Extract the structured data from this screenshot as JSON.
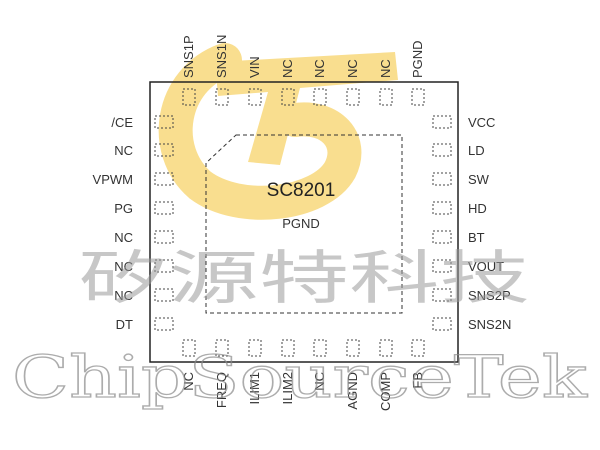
{
  "chip": {
    "part_number": "SC8201",
    "center_label": "PGND"
  },
  "pins": {
    "top": [
      "SNS1P",
      "SNS1N",
      "VIN",
      "NC",
      "NC",
      "NC",
      "NC",
      "PGND"
    ],
    "bottom": [
      "NC",
      "FREQ",
      "ILIM1",
      "ILIM2",
      "NC",
      "AGND",
      "COMP",
      "FB"
    ],
    "left": [
      "/CE",
      "NC",
      "VPWM",
      "PG",
      "NC",
      "NC",
      "NC",
      "DT"
    ],
    "right": [
      "VCC",
      "LD",
      "SW",
      "HD",
      "BT",
      "VOUT",
      "SNS2P",
      "SNS2N"
    ]
  },
  "watermark": {
    "chinese": "矽源特科技",
    "english": "ChipSourceTek",
    "logo_colors": [
      "#f4c430",
      "#e8a21c"
    ]
  }
}
